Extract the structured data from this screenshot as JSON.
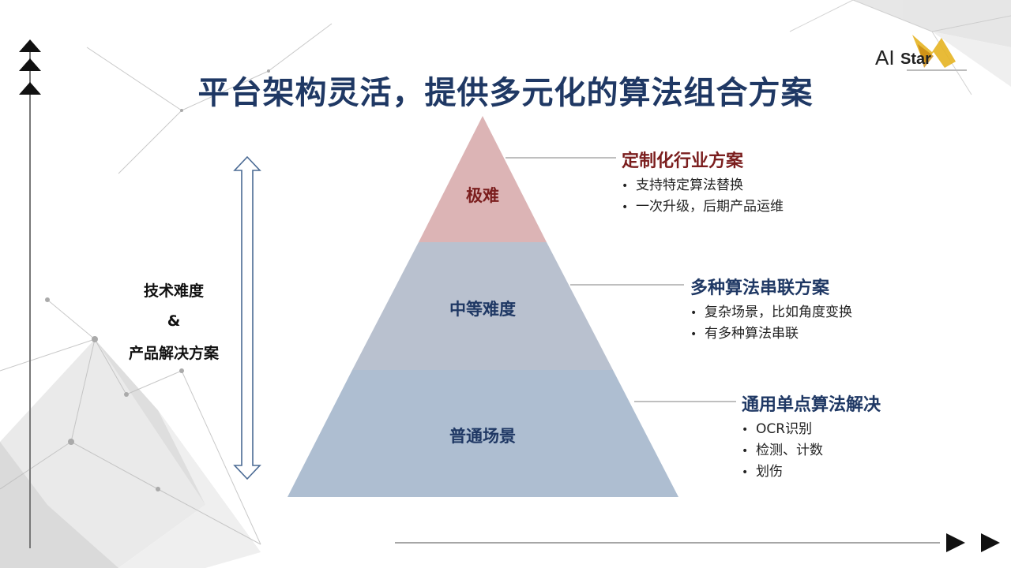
{
  "title": "平台架构灵活，提供多元化的算法组合方案",
  "logo": {
    "text_ai": "AI",
    "text_star": "Star"
  },
  "side_label": {
    "line1": "技术难度",
    "line2": "&",
    "line3": "产品解决方案"
  },
  "pyramid": {
    "top": {
      "label": "极难",
      "color": "#dcb4b5",
      "label_color": "#7b1e1e"
    },
    "middle": {
      "label": "中等难度",
      "color": "#b9c1cf",
      "label_color": "#1f3864"
    },
    "bottom": {
      "label": "普通场景",
      "color": "#aebed1",
      "label_color": "#1f3864"
    }
  },
  "solutions": [
    {
      "title": "定制化行业方案",
      "title_color": "#7b1e1e",
      "bullets": [
        "支持特定算法替换",
        "一次升级，后期产品运维"
      ]
    },
    {
      "title": "多种算法串联方案",
      "title_color": "#1f3864",
      "bullets": [
        "复杂场景，比如角度变换",
        "有多种算法串联"
      ]
    },
    {
      "title": "通用单点算法解决",
      "title_color": "#1f3864",
      "bullets": [
        "OCR识别",
        "检测、计数",
        "划伤"
      ]
    }
  ],
  "bullet_char": "•",
  "colors": {
    "title": "#1f3864",
    "accent_red": "#7b1e1e"
  }
}
